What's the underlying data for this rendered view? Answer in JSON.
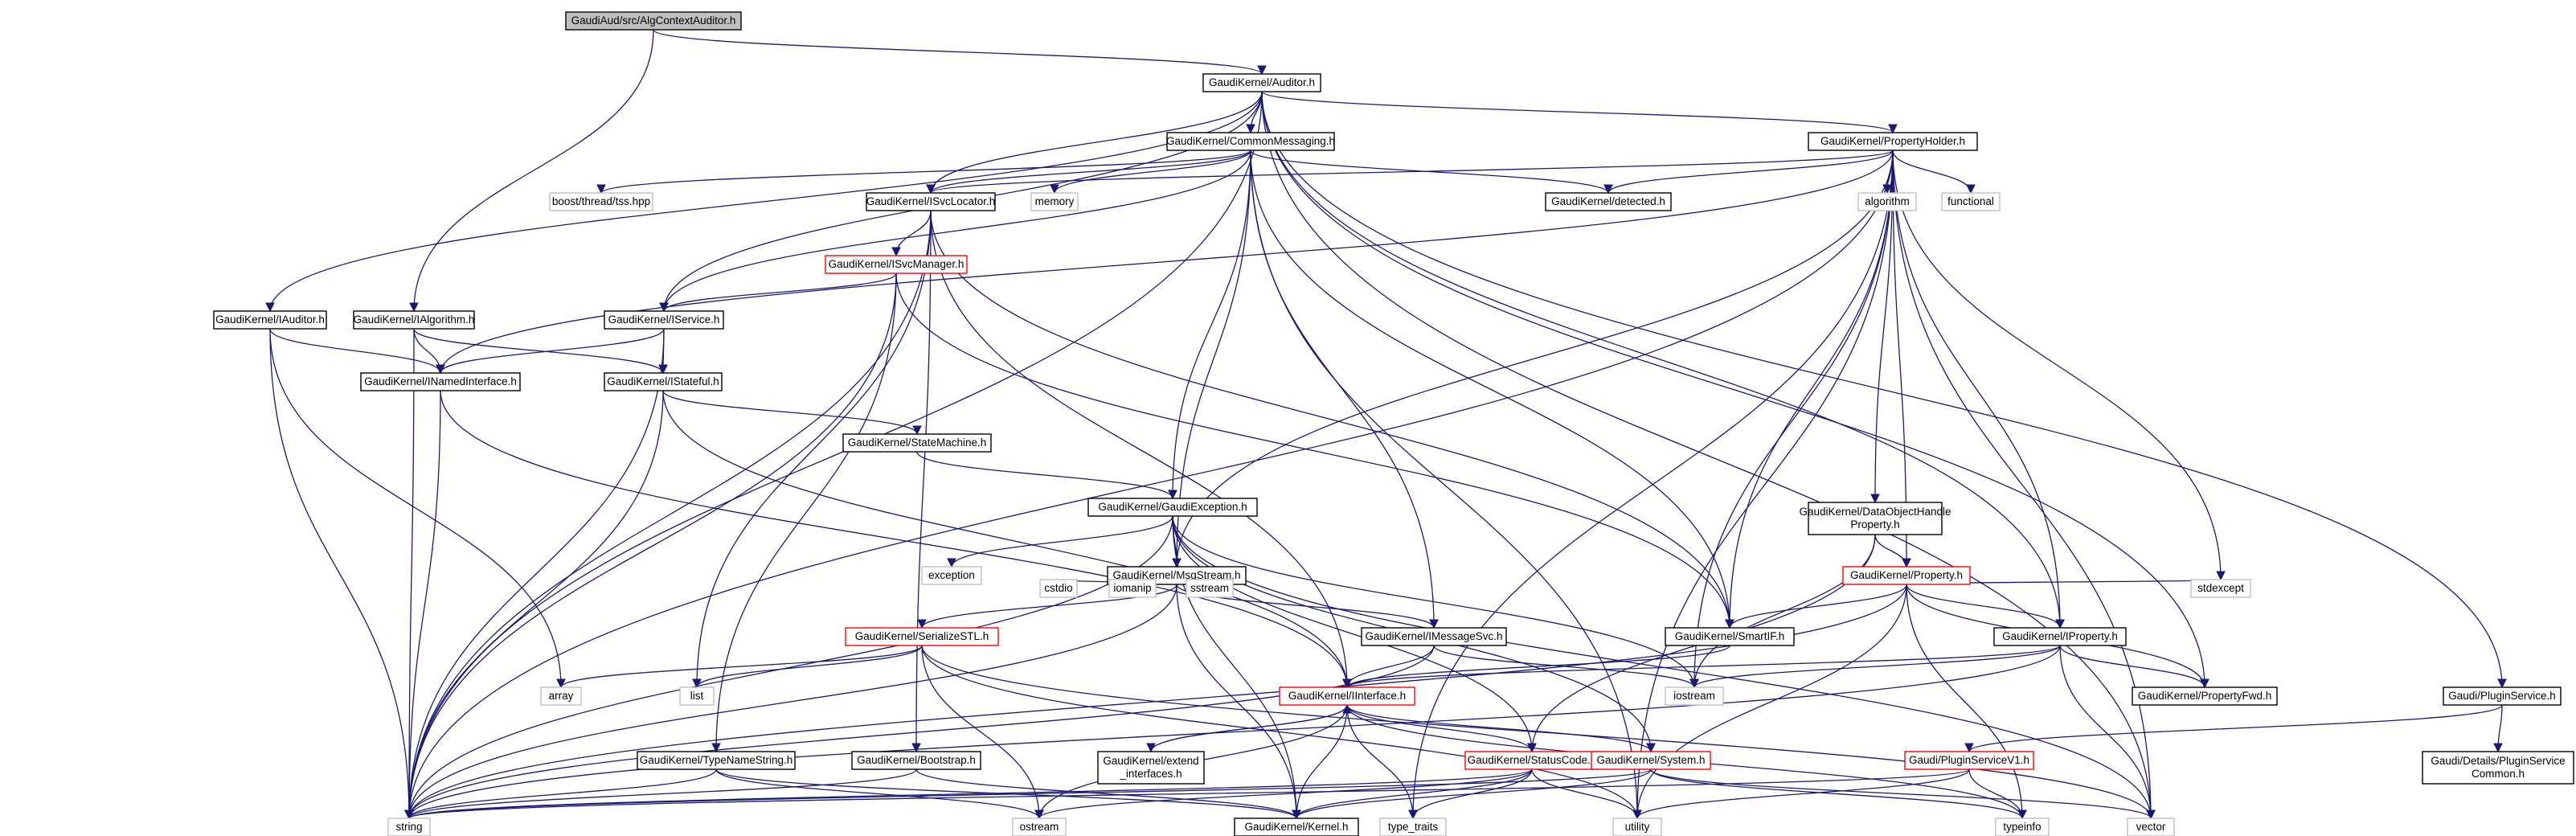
{
  "colors": {
    "edge": "#191970",
    "node_border_documented": "#000000",
    "node_border_truncated": "#ff0000",
    "node_border_external": "#bfbfbf",
    "root_fill": "#bfbfbf",
    "node_fill": "#ffffff"
  },
  "nodes": [
    {
      "id": "root",
      "label": "GaudiAud/src/AlgContextAuditor.h",
      "style": "root"
    },
    {
      "id": "auditor",
      "label": "GaudiKernel/Auditor.h",
      "style": "doc"
    },
    {
      "id": "commsg",
      "label": "GaudiKernel/CommonMessaging.h",
      "style": "doc"
    },
    {
      "id": "prophold",
      "label": "GaudiKernel/PropertyHolder.h",
      "style": "doc"
    },
    {
      "id": "boosttss",
      "label": "boost/thread/tss.hpp",
      "style": "ext"
    },
    {
      "id": "isvcloc",
      "label": "GaudiKernel/ISvcLocator.h",
      "style": "doc"
    },
    {
      "id": "memory",
      "label": "memory",
      "style": "ext"
    },
    {
      "id": "detected",
      "label": "GaudiKernel/detected.h",
      "style": "doc"
    },
    {
      "id": "algorithm",
      "label": "algorithm",
      "style": "ext"
    },
    {
      "id": "functional",
      "label": "functional",
      "style": "ext"
    },
    {
      "id": "isvcmgr",
      "label": "GaudiKernel/ISvcManager.h",
      "style": "red"
    },
    {
      "id": "iauditor",
      "label": "GaudiKernel/IAuditor.h",
      "style": "doc"
    },
    {
      "id": "ialgorithm",
      "label": "GaudiKernel/IAlgorithm.h",
      "style": "doc"
    },
    {
      "id": "iservice",
      "label": "GaudiKernel/IService.h",
      "style": "doc"
    },
    {
      "id": "inamed",
      "label": "GaudiKernel/INamedInterface.h",
      "style": "doc"
    },
    {
      "id": "istateful",
      "label": "GaudiKernel/IStateful.h",
      "style": "doc"
    },
    {
      "id": "statemachine",
      "label": "GaudiKernel/StateMachine.h",
      "style": "doc"
    },
    {
      "id": "gaudiexc",
      "label": "GaudiKernel/GaudiException.h",
      "style": "doc"
    },
    {
      "id": "dataobj",
      "label": "GaudiKernel/DataObjectHandle\nProperty.h",
      "style": "doc"
    },
    {
      "id": "exception",
      "label": "exception",
      "style": "ext"
    },
    {
      "id": "msgstream",
      "label": "GaudiKernel/MsgStream.h",
      "style": "doc"
    },
    {
      "id": "property",
      "label": "GaudiKernel/Property.h",
      "style": "red"
    },
    {
      "id": "serializestl",
      "label": "GaudiKernel/SerializeSTL.h",
      "style": "red"
    },
    {
      "id": "cstdio",
      "label": "cstdio",
      "style": "ext"
    },
    {
      "id": "iomanip",
      "label": "iomanip",
      "style": "ext"
    },
    {
      "id": "sstream",
      "label": "sstream",
      "style": "ext"
    },
    {
      "id": "imessagesvc",
      "label": "GaudiKernel/IMessageSvc.h",
      "style": "doc"
    },
    {
      "id": "smartif",
      "label": "GaudiKernel/SmartIF.h",
      "style": "doc"
    },
    {
      "id": "iproperty",
      "label": "GaudiKernel/IProperty.h",
      "style": "doc"
    },
    {
      "id": "stdexcept",
      "label": "stdexcept",
      "style": "ext"
    },
    {
      "id": "array",
      "label": "array",
      "style": "ext"
    },
    {
      "id": "list",
      "label": "list",
      "style": "ext"
    },
    {
      "id": "iinterface",
      "label": "GaudiKernel/IInterface.h",
      "style": "red"
    },
    {
      "id": "iostream",
      "label": "iostream",
      "style": "ext"
    },
    {
      "id": "propfwd",
      "label": "GaudiKernel/PropertyFwd.h",
      "style": "doc"
    },
    {
      "id": "pluginsvc",
      "label": "Gaudi/PluginService.h",
      "style": "doc"
    },
    {
      "id": "extendif",
      "label": "GaudiKernel/extend\n_interfaces.h",
      "style": "doc"
    },
    {
      "id": "typenamestr",
      "label": "GaudiKernel/TypeNameString.h",
      "style": "doc"
    },
    {
      "id": "bootstrap",
      "label": "GaudiKernel/Bootstrap.h",
      "style": "doc"
    },
    {
      "id": "statuscode",
      "label": "GaudiKernel/StatusCode.h",
      "style": "red"
    },
    {
      "id": "system",
      "label": "GaudiKernel/System.h",
      "style": "red"
    },
    {
      "id": "pluginsvcv1",
      "label": "Gaudi/PluginServiceV1.h",
      "style": "red"
    },
    {
      "id": "pluginsvccommon",
      "label": "Gaudi/Details/PluginService\nCommon.h",
      "style": "doc"
    },
    {
      "id": "string",
      "label": "string",
      "style": "ext"
    },
    {
      "id": "ostream",
      "label": "ostream",
      "style": "ext"
    },
    {
      "id": "kernel",
      "label": "GaudiKernel/Kernel.h",
      "style": "doc"
    },
    {
      "id": "typetraits",
      "label": "type_traits",
      "style": "ext"
    },
    {
      "id": "utility",
      "label": "utility",
      "style": "ext"
    },
    {
      "id": "typeinfo",
      "label": "typeinfo",
      "style": "ext"
    },
    {
      "id": "vector",
      "label": "vector",
      "style": "ext"
    }
  ],
  "edges": [
    [
      "root",
      "auditor"
    ],
    [
      "root",
      "ialgorithm"
    ],
    [
      "auditor",
      "commsg"
    ],
    [
      "auditor",
      "prophold"
    ],
    [
      "auditor",
      "iauditor"
    ],
    [
      "auditor",
      "iservice"
    ],
    [
      "auditor",
      "isvcloc"
    ],
    [
      "auditor",
      "iproperty"
    ],
    [
      "auditor",
      "pluginsvc"
    ],
    [
      "auditor",
      "propfwd"
    ],
    [
      "auditor",
      "string"
    ],
    [
      "auditor",
      "vector"
    ],
    [
      "commsg",
      "boosttss"
    ],
    [
      "commsg",
      "isvcloc"
    ],
    [
      "commsg",
      "memory"
    ],
    [
      "commsg",
      "detected"
    ],
    [
      "commsg",
      "iservice"
    ],
    [
      "commsg",
      "gaudiexc"
    ],
    [
      "commsg",
      "msgstream"
    ],
    [
      "commsg",
      "imessagesvc"
    ],
    [
      "commsg",
      "smartif"
    ],
    [
      "commsg",
      "utility"
    ],
    [
      "prophold",
      "isvcloc"
    ],
    [
      "prophold",
      "detected"
    ],
    [
      "prophold",
      "algorithm"
    ],
    [
      "prophold",
      "functional"
    ],
    [
      "prophold",
      "inamed"
    ],
    [
      "prophold",
      "msgstream"
    ],
    [
      "prophold",
      "property"
    ],
    [
      "prophold",
      "iproperty"
    ],
    [
      "prophold",
      "dataobj"
    ],
    [
      "prophold",
      "stdexcept"
    ],
    [
      "prophold",
      "iostream"
    ],
    [
      "prophold",
      "smartif"
    ],
    [
      "prophold",
      "utility"
    ],
    [
      "prophold",
      "typetraits"
    ],
    [
      "prophold",
      "vector"
    ],
    [
      "prophold",
      "string"
    ],
    [
      "isvcloc",
      "isvcmgr"
    ],
    [
      "isvcloc",
      "list"
    ],
    [
      "isvcloc",
      "smartif"
    ],
    [
      "isvcloc",
      "iinterface"
    ],
    [
      "isvcloc",
      "bootstrap"
    ],
    [
      "isvcloc",
      "string"
    ],
    [
      "isvcmgr",
      "iservice"
    ],
    [
      "isvcmgr",
      "typenamestr"
    ],
    [
      "isvcmgr",
      "smartif"
    ],
    [
      "isvcmgr",
      "string"
    ],
    [
      "iauditor",
      "inamed"
    ],
    [
      "iauditor",
      "array"
    ],
    [
      "iauditor",
      "string"
    ],
    [
      "ialgorithm",
      "inamed"
    ],
    [
      "ialgorithm",
      "istateful"
    ],
    [
      "ialgorithm",
      "string"
    ],
    [
      "iservice",
      "inamed"
    ],
    [
      "iservice",
      "istateful"
    ],
    [
      "iservice",
      "string"
    ],
    [
      "inamed",
      "iinterface"
    ],
    [
      "inamed",
      "string"
    ],
    [
      "istateful",
      "statemachine"
    ],
    [
      "istateful",
      "iinterface"
    ],
    [
      "istateful",
      "string"
    ],
    [
      "statemachine",
      "gaudiexc"
    ],
    [
      "gaudiexc",
      "exception"
    ],
    [
      "gaudiexc",
      "msgstream"
    ],
    [
      "gaudiexc",
      "statuscode"
    ],
    [
      "gaudiexc",
      "system"
    ],
    [
      "gaudiexc",
      "iostream"
    ],
    [
      "gaudiexc",
      "kernel"
    ],
    [
      "gaudiexc",
      "string"
    ],
    [
      "gaudiexc",
      "vector"
    ],
    [
      "dataobj",
      "property"
    ],
    [
      "dataobj",
      "statuscode"
    ],
    [
      "dataobj",
      "iostream"
    ],
    [
      "msgstream",
      "serializestl"
    ],
    [
      "msgstream",
      "cstdio"
    ],
    [
      "msgstream",
      "iomanip"
    ],
    [
      "msgstream",
      "sstream"
    ],
    [
      "msgstream",
      "imessagesvc"
    ],
    [
      "msgstream",
      "string"
    ],
    [
      "msgstream",
      "kernel"
    ],
    [
      "property",
      "iproperty"
    ],
    [
      "property",
      "smartif"
    ],
    [
      "property",
      "propfwd"
    ],
    [
      "property",
      "stdexcept"
    ],
    [
      "property",
      "typeinfo"
    ],
    [
      "property",
      "utility"
    ],
    [
      "property",
      "string"
    ],
    [
      "serializestl",
      "array"
    ],
    [
      "serializestl",
      "list"
    ],
    [
      "serializestl",
      "ostream"
    ],
    [
      "serializestl",
      "utility"
    ],
    [
      "serializestl",
      "vector"
    ],
    [
      "imessagesvc",
      "iinterface"
    ],
    [
      "imessagesvc",
      "iostream"
    ],
    [
      "imessagesvc",
      "string"
    ],
    [
      "smartif",
      "iinterface"
    ],
    [
      "iproperty",
      "iinterface"
    ],
    [
      "iproperty",
      "propfwd"
    ],
    [
      "iproperty",
      "iostream"
    ],
    [
      "iproperty",
      "string"
    ],
    [
      "iproperty",
      "vector"
    ],
    [
      "iinterface",
      "extendif"
    ],
    [
      "iinterface",
      "statuscode"
    ],
    [
      "iinterface",
      "system"
    ],
    [
      "iinterface",
      "kernel"
    ],
    [
      "iinterface",
      "ostream"
    ],
    [
      "iinterface",
      "typetraits"
    ],
    [
      "iinterface",
      "typeinfo"
    ],
    [
      "extendif",
      "iinterface"
    ],
    [
      "typenamestr",
      "string"
    ],
    [
      "typenamestr",
      "ostream"
    ],
    [
      "typenamestr",
      "kernel"
    ],
    [
      "bootstrap",
      "string"
    ],
    [
      "bootstrap",
      "kernel"
    ],
    [
      "statuscode",
      "string"
    ],
    [
      "statuscode",
      "ostream"
    ],
    [
      "statuscode",
      "utility"
    ],
    [
      "statuscode",
      "kernel"
    ],
    [
      "statuscode",
      "typetraits"
    ],
    [
      "system",
      "string"
    ],
    [
      "system",
      "kernel"
    ],
    [
      "system",
      "vector"
    ],
    [
      "system",
      "typeinfo"
    ],
    [
      "pluginsvc",
      "pluginsvccommon"
    ],
    [
      "pluginsvc",
      "pluginsvcv1"
    ],
    [
      "pluginsvcv1",
      "string"
    ],
    [
      "pluginsvcv1",
      "typeinfo"
    ],
    [
      "pluginsvcv1",
      "utility"
    ]
  ]
}
